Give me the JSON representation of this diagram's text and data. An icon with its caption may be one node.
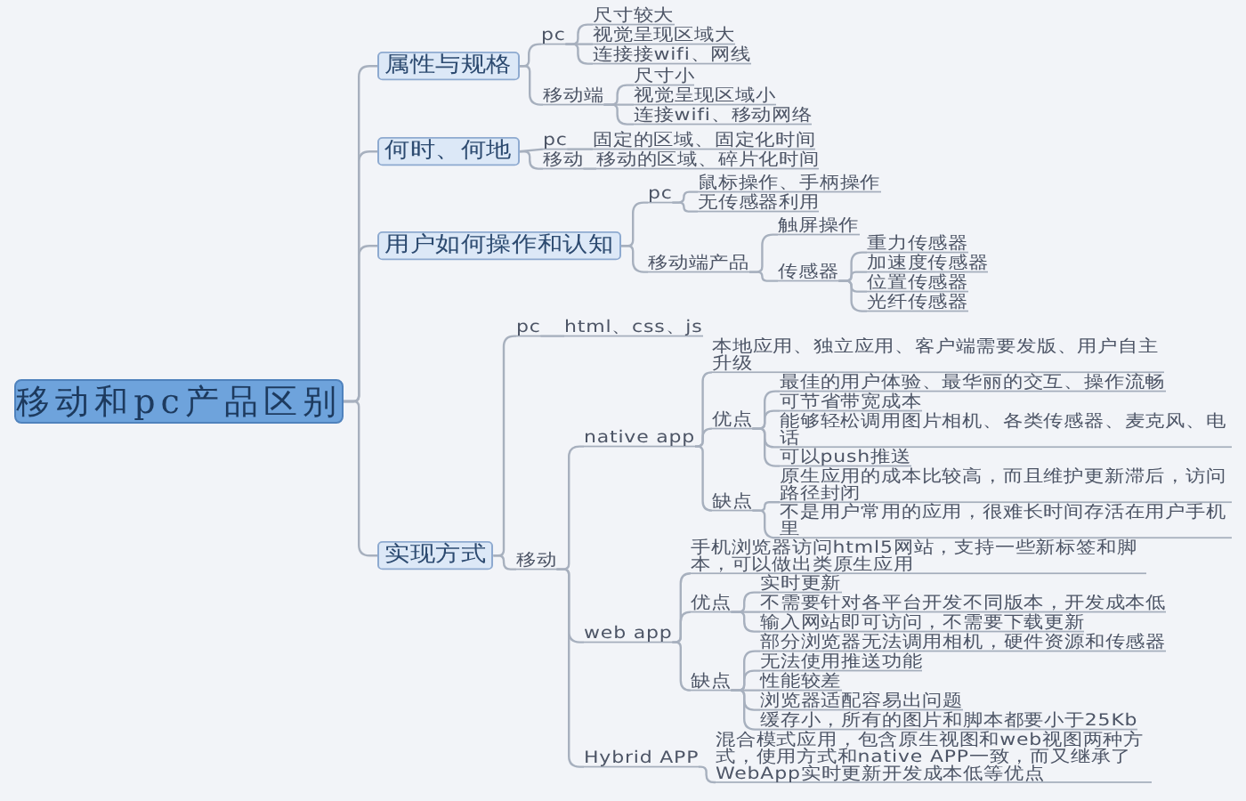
{
  "diagram": {
    "nodes": [
      {
        "text": [
          "移动和pc产品区别"
        ]
      },
      {
        "text": [
          "属性与规格"
        ]
      },
      {
        "text": [
          "pc"
        ]
      },
      {
        "text": [
          "尺寸较大"
        ]
      },
      {
        "text": [
          "视觉呈现区域大"
        ]
      },
      {
        "text": [
          "连接接wifi、网线"
        ]
      },
      {
        "text": [
          "移动端"
        ]
      },
      {
        "text": [
          "尺寸小"
        ]
      },
      {
        "text": [
          "视觉呈现区域小"
        ]
      },
      {
        "text": [
          "连接wifi、移动网络"
        ]
      },
      {
        "text": [
          "何时、何地"
        ]
      },
      {
        "text": [
          "pc"
        ]
      },
      {
        "text": [
          "固定的区域、固定化时间"
        ]
      },
      {
        "text": [
          "移动"
        ]
      },
      {
        "text": [
          "移动的区域、碎片化时间"
        ]
      },
      {
        "text": [
          "用户如何操作和认知"
        ]
      },
      {
        "text": [
          "pc"
        ]
      },
      {
        "text": [
          "鼠标操作、手柄操作"
        ]
      },
      {
        "text": [
          "无传感器利用"
        ]
      },
      {
        "text": [
          "移动端产品"
        ]
      },
      {
        "text": [
          "触屏操作"
        ]
      },
      {
        "text": [
          "传感器"
        ]
      },
      {
        "text": [
          "重力传感器"
        ]
      },
      {
        "text": [
          "加速度传感器"
        ]
      },
      {
        "text": [
          "位置传感器"
        ]
      },
      {
        "text": [
          "光纤传感器"
        ]
      },
      {
        "text": [
          "实现方式"
        ]
      },
      {
        "text": [
          "pc"
        ]
      },
      {
        "text": [
          "html、css、js"
        ]
      },
      {
        "text": [
          "移动"
        ]
      },
      {
        "text": [
          "native app"
        ]
      },
      {
        "text": [
          "本地应用、独立应用、客户端需要发版、用户自主升级"
        ]
      },
      {
        "text": [
          "优点"
        ]
      },
      {
        "text": [
          "最佳的用户体验、最华丽的交互、操作流畅"
        ]
      },
      {
        "text": [
          "可节省带宽成本"
        ]
      },
      {
        "text": [
          "能够轻松调用图片相机、各类传感器、麦克风、电话"
        ]
      },
      {
        "text": [
          "可以push推送"
        ]
      },
      {
        "text": [
          "缺点"
        ]
      },
      {
        "text": [
          "原生应用的成本比较高，而且维护更新滞后，访问路径封闭"
        ]
      },
      {
        "text": [
          "不是用户常用的应用，很难长时间存活在用户手机里"
        ]
      },
      {
        "text": [
          "web app"
        ]
      },
      {
        "text": [
          "手机浏览器访问html5网站，支持一些新标签和脚本，可以做出类原生应用"
        ]
      },
      {
        "text": [
          "优点"
        ]
      },
      {
        "text": [
          "实时更新"
        ]
      },
      {
        "text": [
          "不需要针对各平台开发不同版本，开发成本低"
        ]
      },
      {
        "text": [
          "输入网站即可访问，不需要下载更新"
        ]
      },
      {
        "text": [
          "缺点"
        ]
      },
      {
        "text": [
          "部分浏览器无法调用相机，硬件资源和传感器"
        ]
      },
      {
        "text": [
          "无法使用推送功能"
        ]
      },
      {
        "text": [
          "性能较差"
        ]
      },
      {
        "text": [
          "浏览器适配容易出问题"
        ]
      },
      {
        "text": [
          "缓存小，所有的图片和脚本都要小于25Kb"
        ]
      },
      {
        "text": [
          "Hybrid APP"
        ]
      },
      {
        "text": [
          "混合模式应用，包含原生视图和web视图两种方式，使用方式和native APP一致，而又继承了WebApp实时更新开发成本低等优点"
        ]
      }
    ],
    "edges": [
      {
        "from": 0,
        "to": 1,
        "arrow": "none"
      },
      {
        "from": 0,
        "to": 10,
        "arrow": "none"
      },
      {
        "from": 0,
        "to": 15,
        "arrow": "none"
      },
      {
        "from": 0,
        "to": 26,
        "arrow": "none"
      },
      {
        "from": 1,
        "to": 2,
        "arrow": "none"
      },
      {
        "from": 2,
        "to": 3,
        "arrow": "none"
      },
      {
        "from": 2,
        "to": 4,
        "arrow": "none"
      },
      {
        "from": 2,
        "to": 5,
        "arrow": "none"
      },
      {
        "from": 1,
        "to": 6,
        "arrow": "none"
      },
      {
        "from": 6,
        "to": 7,
        "arrow": "none"
      },
      {
        "from": 6,
        "to": 8,
        "arrow": "none"
      },
      {
        "from": 6,
        "to": 9,
        "arrow": "none"
      },
      {
        "from": 10,
        "to": 11,
        "arrow": "none"
      },
      {
        "from": 11,
        "to": 12,
        "arrow": "none"
      },
      {
        "from": 10,
        "to": 13,
        "arrow": "none"
      },
      {
        "from": 13,
        "to": 14,
        "arrow": "none"
      },
      {
        "from": 15,
        "to": 16,
        "arrow": "none"
      },
      {
        "from": 16,
        "to": 17,
        "arrow": "none"
      },
      {
        "from": 16,
        "to": 18,
        "arrow": "none"
      },
      {
        "from": 15,
        "to": 19,
        "arrow": "none"
      },
      {
        "from": 19,
        "to": 20,
        "arrow": "none"
      },
      {
        "from": 19,
        "to": 21,
        "arrow": "none"
      },
      {
        "from": 21,
        "to": 22,
        "arrow": "none"
      },
      {
        "from": 21,
        "to": 23,
        "arrow": "none"
      },
      {
        "from": 21,
        "to": 24,
        "arrow": "none"
      },
      {
        "from": 21,
        "to": 25,
        "arrow": "none"
      },
      {
        "from": 26,
        "to": 27,
        "arrow": "none"
      },
      {
        "from": 27,
        "to": 28,
        "arrow": "none"
      },
      {
        "from": 26,
        "to": 29,
        "arrow": "none"
      },
      {
        "from": 29,
        "to": 30,
        "arrow": "none"
      },
      {
        "from": 30,
        "to": 31,
        "arrow": "none"
      },
      {
        "from": 30,
        "to": 32,
        "arrow": "none"
      },
      {
        "from": 32,
        "to": 33,
        "arrow": "none"
      },
      {
        "from": 32,
        "to": 34,
        "arrow": "none"
      },
      {
        "from": 32,
        "to": 35,
        "arrow": "none"
      },
      {
        "from": 32,
        "to": 36,
        "arrow": "none"
      },
      {
        "from": 30,
        "to": 37,
        "arrow": "none"
      },
      {
        "from": 37,
        "to": 38,
        "arrow": "none"
      },
      {
        "from": 37,
        "to": 39,
        "arrow": "none"
      },
      {
        "from": 29,
        "to": 40,
        "arrow": "none"
      },
      {
        "from": 40,
        "to": 41,
        "arrow": "none"
      },
      {
        "from": 40,
        "to": 42,
        "arrow": "none"
      },
      {
        "from": 42,
        "to": 43,
        "arrow": "none"
      },
      {
        "from": 42,
        "to": 44,
        "arrow": "none"
      },
      {
        "from": 42,
        "to": 45,
        "arrow": "none"
      },
      {
        "from": 40,
        "to": 46,
        "arrow": "none"
      },
      {
        "from": 46,
        "to": 47,
        "arrow": "none"
      },
      {
        "from": 46,
        "to": 48,
        "arrow": "none"
      },
      {
        "from": 46,
        "to": 49,
        "arrow": "none"
      },
      {
        "from": 46,
        "to": 50,
        "arrow": "none"
      },
      {
        "from": 46,
        "to": 51,
        "arrow": "none"
      },
      {
        "from": 29,
        "to": 52,
        "arrow": "none"
      },
      {
        "from": 52,
        "to": 53,
        "arrow": "none"
      }
    ]
  }
}
